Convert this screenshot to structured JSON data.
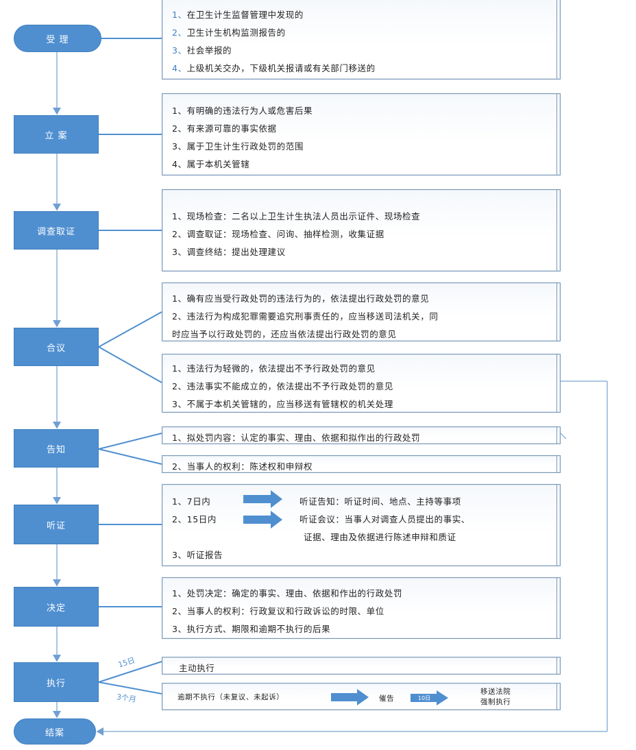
{
  "steps": {
    "accept": "受 理",
    "file": "立 案",
    "investigate": "调查取证",
    "deliberate": "合议",
    "notify": "告知",
    "hearing": "听证",
    "decide": "决定",
    "execute": "执行",
    "close": "结案"
  },
  "accept_box": [
    {
      "n": "1、",
      "t": "在卫生计生监督管理中发现的"
    },
    {
      "n": "2、",
      "t": "卫生计生机构监测报告的"
    },
    {
      "n": "3、",
      "t": "社会举报的"
    },
    {
      "n": "4、",
      "t": "上级机关交办，下级机关报请或有关部门移送的"
    }
  ],
  "file_box": [
    "1、有明确的违法行为人或危害后果",
    "2、有来源可靠的事实依据",
    "3、属于卫生计生行政处罚的范围",
    "4、属于本机关管辖"
  ],
  "investigate_box": [
    "1、现场检查：二名以上卫生计生执法人员出示证件、现场检查",
    "2、调查取证：现场检查、问询、抽样检测，收集证据",
    "3、调查终结：提出处理建议"
  ],
  "deliberate_box1": [
    "1、确有应当受行政处罚的违法行为的，依法提出行政处罚的意见",
    "2、违法行为构成犯罪需要追究刑事责任的，应当移送司法机关，同",
    "时应当予以行政处罚的，还应当依法提出行政处罚的意见"
  ],
  "deliberate_box2": [
    "1、违法行为轻微的，依法提出不予行政处罚的意见",
    "2、违法事实不能成立的，依法提出不予行政处罚的意见",
    "3、不属于本机关管辖的，应当移送有管辖权的机关处理"
  ],
  "notify_box1": "1、拟处罚内容：认定的事实、理由、依据和拟作出的行政处罚",
  "notify_box2": "2、当事人的权利：陈述权和申辩权",
  "hearing_box": {
    "r1_left": "1、7日内",
    "r1_right": "听证告知：听证时间、地点、主持等事项",
    "r2_left": "2、15日内",
    "r2_right": "听证会议：当事人对调查人员提出的事实、",
    "r2_cont": "证据、理由及依据进行陈述申辩和质证",
    "r3": "3、听证报告"
  },
  "decide_box": [
    "1、处罚决定：确定的事实、理由、依据和作出的行政处罚",
    "2、当事人的权利：行政复议和行政诉讼的时限、单位",
    "3、执行方式、期限和逾期不执行的后果"
  ],
  "execute": {
    "tag_top": "15日",
    "tag_bottom": "3个月",
    "voluntary": "主动执行",
    "overdue": "逾期不执行（未复议、未起诉）",
    "urge": "催告",
    "ten_days": "10日",
    "court1": "移送法院",
    "court2": "强制执行"
  },
  "colors": {
    "step_fill": "#4f8fd0",
    "line": "#4f8fd0",
    "box_border": "#7a98b6"
  }
}
